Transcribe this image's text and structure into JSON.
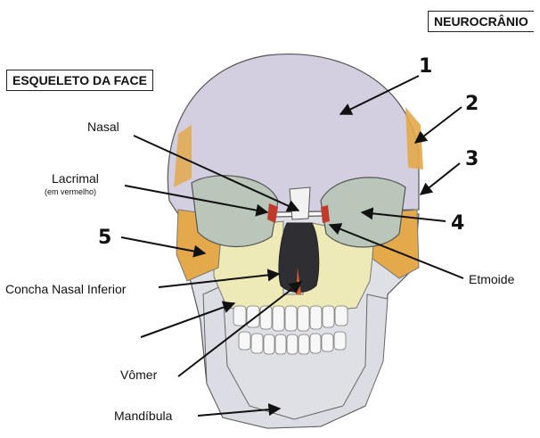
{
  "boxes": {
    "face": "ESQUELETO DA FACE",
    "neuro": "NEUROCRÂNIO"
  },
  "labels": {
    "nasal": "Nasal",
    "lacrimal": "Lacrimal",
    "lacrimal_note": "(em vermelho)",
    "concha": "Concha Nasal Inferior",
    "vomer": "Vômer",
    "mandibula": "Mandíbula",
    "etmoide": "Etmoide"
  },
  "numbers": [
    "1",
    "2",
    "3",
    "4",
    "5"
  ],
  "colors": {
    "bone": "#dfe0e6",
    "neuro": "#d4cfe0",
    "zygomatic": "#e3a94a",
    "maxilla": "#eeeab7",
    "ethmoid": "#b9c6b9",
    "outline": "#555555"
  }
}
